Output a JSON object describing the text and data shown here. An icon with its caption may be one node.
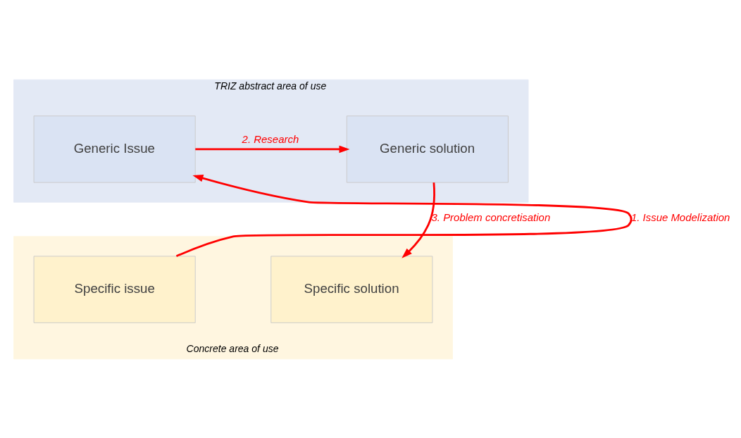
{
  "diagram": {
    "nodes": [
      {
        "text": [
          "TRIZ abstract area of use"
        ]
      },
      {
        "text": [
          "Generic Issue"
        ],
        "in": 0
      },
      {
        "text": [
          "Generic solution"
        ],
        "in": 0
      },
      {
        "text": [
          "Concrete area of use"
        ]
      },
      {
        "text": [
          "Specific issue"
        ],
        "in": 3
      },
      {
        "text": [
          "Specific solution"
        ],
        "in": 3
      }
    ],
    "edges": [
      {
        "from": 4,
        "to": 1,
        "arrow": "to",
        "label": "1. Issue Modelization"
      },
      {
        "from": 1,
        "to": 2,
        "arrow": "to",
        "label": "2. Research"
      },
      {
        "from": 2,
        "to": 5,
        "arrow": "to",
        "label": "3. Problem concretisation"
      }
    ]
  }
}
